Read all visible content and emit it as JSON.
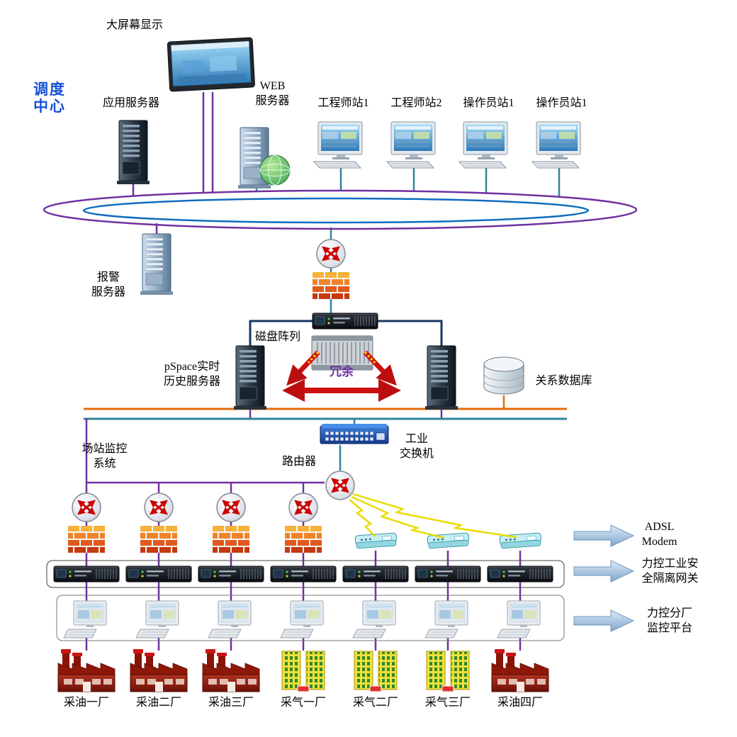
{
  "labels": {
    "big_screen": "大屏幕显示",
    "dispatch_center": "调度\n中心",
    "app_server": "应用服务器",
    "web_server": "WEB\n服务器",
    "engineer1": "工程师站1",
    "engineer2": "工程师站2",
    "operator1": "操作员站1",
    "operator2": "操作员站1",
    "alarm_server": "报警\n服务器",
    "disk_array": "磁盘阵列",
    "redundancy": "冗余",
    "pspace_server": "pSpace实时\n历史服务器",
    "relational_db": "关系数据库",
    "industrial_switch": "工业\n交换机",
    "router": "路由器",
    "station_system": "场站监控\n系统",
    "adsl_modem": "ADSL\nModem",
    "isolation_gateway": "力控工业安\n全隔离网关",
    "branch_platform": "力控分厂\n监控平台"
  },
  "factories": [
    {
      "label": "采油一厂",
      "type": "oil"
    },
    {
      "label": "采油二厂",
      "type": "oil"
    },
    {
      "label": "采油三厂",
      "type": "oil"
    },
    {
      "label": "采气一厂",
      "type": "gas"
    },
    {
      "label": "采气二厂",
      "type": "gas"
    },
    {
      "label": "采气三厂",
      "type": "gas"
    },
    {
      "label": "采油四厂",
      "type": "oil"
    }
  ],
  "colors": {
    "ring_outer": "#7030a0",
    "ring_inner": "#0f6cc0",
    "bus_orange": "#e36c0a",
    "bus_teal": "#31849b",
    "line_purple": "#7030a0",
    "line_navy": "#17375e",
    "dispatch_text": "#1550d8",
    "redundancy_text": "#6a30a0",
    "lightning": "#e8dc00",
    "red_arrow": "#cc1010"
  }
}
